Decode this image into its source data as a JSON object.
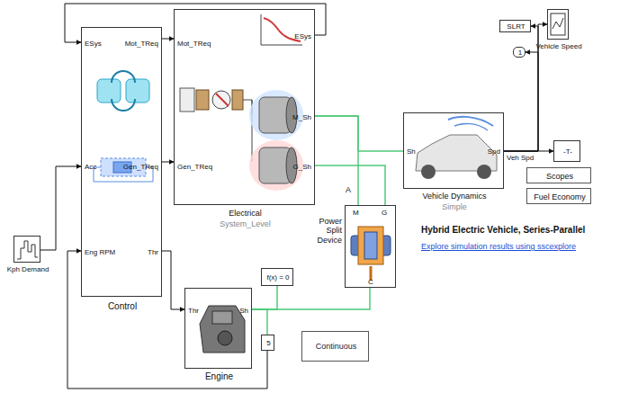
{
  "diagram": {
    "title": "Hybrid Electric Vehicle, Series-Parallel",
    "nodes": [
      {
        "text": [
          "Kph Demand"
        ]
      },
      {
        "text": [
          "ESys",
          "Mot_TReq",
          "Acc",
          "Gen_TReq",
          "Eng RPM",
          "Thr",
          "Control"
        ]
      },
      {
        "text": [
          "Mot_TReq",
          "Gen_TReq",
          "ESys",
          "M_Sh",
          "G_Sh",
          "Electrical",
          "System_Level"
        ]
      },
      {
        "text": [
          "Sh",
          "Spd",
          "Vehicle Dynamics",
          "Simple"
        ]
      },
      {
        "text": [
          "M",
          "G",
          "C",
          "Power Split Device"
        ]
      },
      {
        "text": [
          "Thr",
          "Sh",
          "Engine"
        ]
      },
      {
        "text": [
          "f(x) = 0"
        ]
      },
      {
        "text": [
          "5"
        ]
      },
      {
        "text": [
          "Continuous"
        ]
      },
      {
        "text": [
          "SLRT"
        ]
      },
      {
        "text": [
          "1"
        ]
      },
      {
        "text": [
          "Vehicle Speed"
        ]
      },
      {
        "text": [
          "-T-"
        ]
      },
      {
        "text": [
          "Scopes"
        ]
      },
      {
        "text": [
          "Fuel Economy"
        ]
      }
    ],
    "edges": [
      {
        "from": 0,
        "to": 1,
        "arrow": "to"
      },
      {
        "from": 1,
        "to": 2,
        "arrow": "to"
      },
      {
        "from": 1,
        "to": 2,
        "arrow": "to"
      },
      {
        "from": 2,
        "to": 1,
        "arrow": "to"
      },
      {
        "from": 1,
        "to": 5,
        "arrow": "to"
      },
      {
        "from": 2,
        "to": 3,
        "arrow": "none"
      },
      {
        "from": 2,
        "to": 4,
        "arrow": "none"
      },
      {
        "from": 2,
        "to": 4,
        "arrow": "none"
      },
      {
        "from": 5,
        "to": 4,
        "arrow": "none"
      },
      {
        "from": 5,
        "to": 6,
        "arrow": "none"
      },
      {
        "from": 5,
        "to": 7,
        "arrow": "none"
      },
      {
        "from": 7,
        "to": 1,
        "arrow": "to"
      },
      {
        "from": 3,
        "to": 9,
        "arrow": "to"
      },
      {
        "from": 3,
        "to": 10,
        "arrow": "to"
      },
      {
        "from": 3,
        "to": 11,
        "arrow": "to"
      },
      {
        "from": 3,
        "to": 12,
        "arrow": "to"
      }
    ],
    "labels": [
      "A",
      "Veh Spd",
      "Explore simulation results using sscexplore"
    ]
  }
}
